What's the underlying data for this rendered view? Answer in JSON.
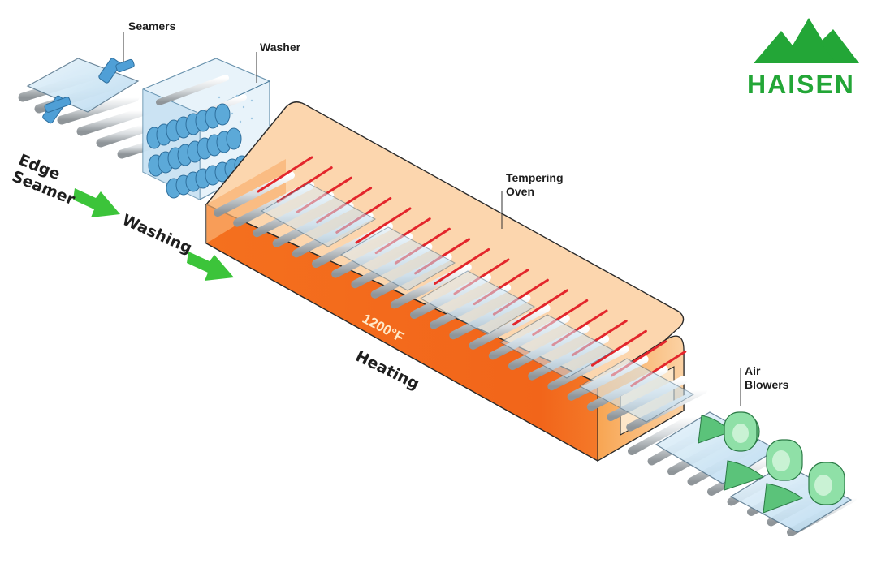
{
  "brand": {
    "name": "HAISEN",
    "color": "#23a637"
  },
  "labels": {
    "seamers": "Seamers",
    "washer": "Washer",
    "tempering_oven": "Tempering\nOven",
    "air_blowers": "Air\nBlowers",
    "edge_seamer": "Edge\nSeamer",
    "washing": "Washing",
    "heating": "Heating",
    "temperature": "1200°F"
  },
  "colors": {
    "oven_top": "#fcd6ae",
    "oven_side": "#f36a1c",
    "heater_rod": "#e3262c",
    "roller": "#dcdfe2",
    "glass": "#cfe6f5",
    "washer_brush": "#5ca9d8",
    "arrow": "#3cc43a",
    "blower": "#6fd48f"
  },
  "icons": [
    "mountain-logo-icon",
    "flow-arrow-icon",
    "seamer-icon",
    "brush-roller-icon",
    "air-blower-icon"
  ]
}
